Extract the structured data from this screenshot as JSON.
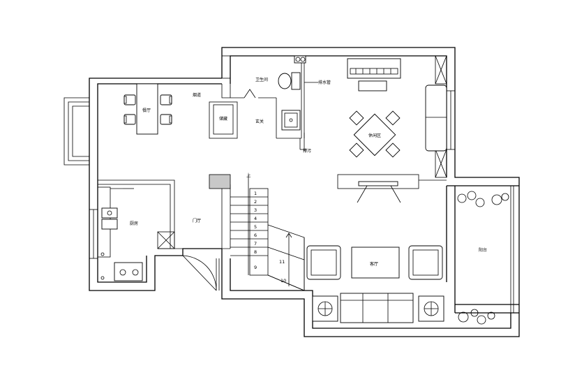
{
  "rooms": {
    "dining": "餐厅",
    "bathroom": "卫生间",
    "storage": "储藏",
    "entry": "玄关",
    "tea_area": "休闲区",
    "kitchen": "厨房",
    "foyer": "门厅",
    "living": "客厅",
    "terrace": "阳台"
  },
  "stairs": {
    "up_mark": "上",
    "steps": [
      "1",
      "2",
      "3",
      "4",
      "5",
      "6",
      "7",
      "8",
      "9",
      "10",
      "11"
    ]
  },
  "notes": {
    "pipe_a": "排水管",
    "pipe_b": "排污",
    "pipe_c": "烟道"
  }
}
